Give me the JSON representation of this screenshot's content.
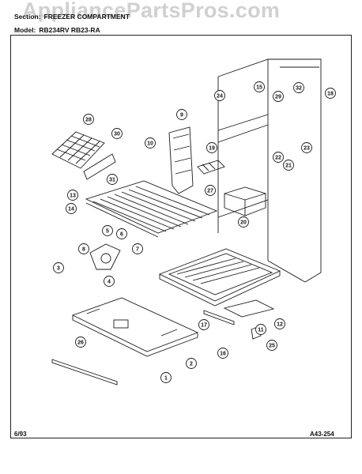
{
  "watermark": "AppliancePartsPros.com",
  "header": {
    "section_label": "Section:",
    "section_value": "FREEZER COMPARTMENT",
    "model_label": "Model:",
    "model_value": "RB234RV  RB23-RA"
  },
  "footer": {
    "date": "6/93",
    "code": "A43-254"
  },
  "callouts": [
    "1",
    "2",
    "3",
    "4",
    "5",
    "6",
    "7",
    "8",
    "9",
    "10",
    "11",
    "12",
    "13",
    "14",
    "15",
    "16",
    "17",
    "18",
    "19",
    "20",
    "21",
    "22",
    "23",
    "24",
    "25",
    "26",
    "27",
    "28",
    "29",
    "30",
    "31",
    "32"
  ]
}
